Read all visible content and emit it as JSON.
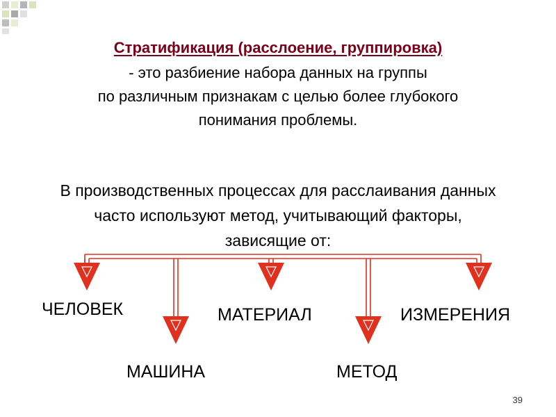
{
  "slide": {
    "title_term": "Стратификация (расслоение, группировка)",
    "definition_lines": [
      "- это разбиение набора данных на группы",
      "по различным признакам с целью более глубокого",
      "понимания проблемы."
    ],
    "intro_lines": [
      "В производственных процессах для расслаивания данных",
      "часто используют метод, учитывающий факторы,",
      "зависящие от:"
    ],
    "factors": {
      "person": "ЧЕЛОВЕК",
      "machine": "МАШИНА",
      "material": "МАТЕРИАЛ",
      "method": "МЕТОД",
      "measurement": "ИЗМЕРЕНИЯ"
    },
    "page_number": "39"
  },
  "colors": {
    "accent_red": "#e0301e",
    "title_color": "#7a0019",
    "deco_gray": "#c0c0c0",
    "deco_green": "#d7e4bd"
  }
}
